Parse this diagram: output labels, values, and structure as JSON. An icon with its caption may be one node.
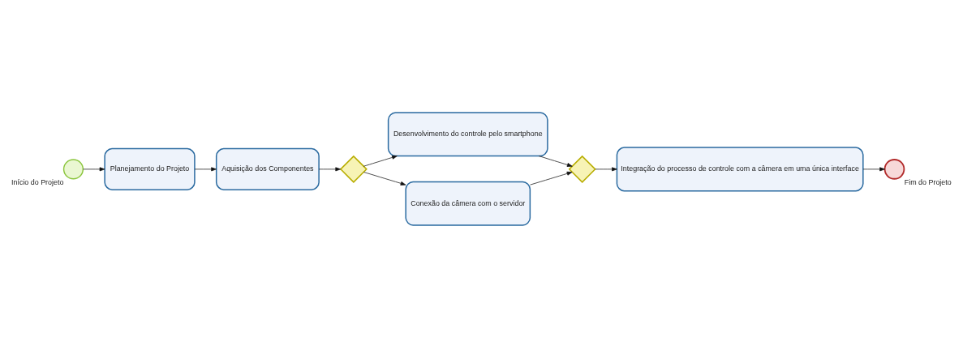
{
  "diagram": {
    "nodes": [
      {
        "text": [
          "Início do Projeto"
        ]
      },
      {
        "text": [
          "Planejamento do Projeto"
        ]
      },
      {
        "text": [
          "Aquisição dos Componentes"
        ]
      },
      {
        "text": [],
        "shape": "diamond"
      },
      {
        "text": [
          "Desenvolvimento do controle pelo smartphone"
        ]
      },
      {
        "text": [
          "Conexão da câmera com o servidor"
        ]
      },
      {
        "text": [],
        "shape": "diamond"
      },
      {
        "text": [
          "Integração do processo de controle com a câmera em uma única interface"
        ]
      },
      {
        "text": [
          "Fim do Projeto"
        ]
      }
    ],
    "edges": [
      {
        "from": 0,
        "to": 1,
        "arrow": "to"
      },
      {
        "from": 1,
        "to": 2,
        "arrow": "to"
      },
      {
        "from": 2,
        "to": 3,
        "arrow": "to"
      },
      {
        "from": 3,
        "to": 4,
        "arrow": "to"
      },
      {
        "from": 3,
        "to": 5,
        "arrow": "to"
      },
      {
        "from": 4,
        "to": 6,
        "arrow": "to"
      },
      {
        "from": 5,
        "to": 6,
        "arrow": "to"
      },
      {
        "from": 6,
        "to": 7,
        "arrow": "to"
      },
      {
        "from": 7,
        "to": 8,
        "arrow": "to"
      }
    ]
  }
}
